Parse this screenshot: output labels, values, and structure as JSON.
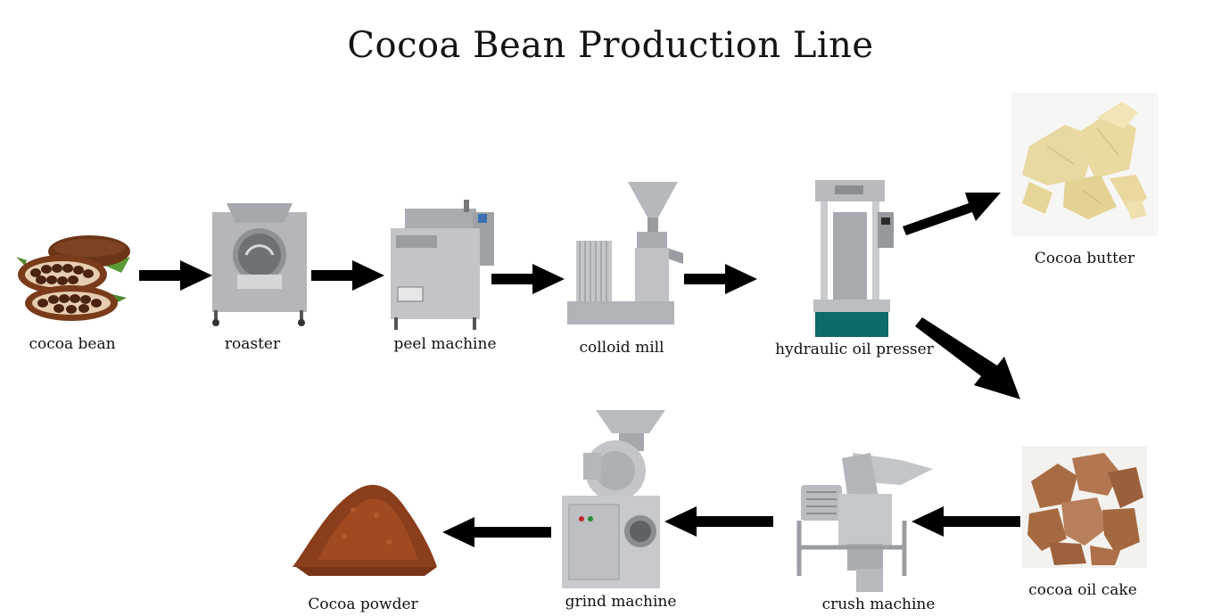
{
  "title": "Cocoa Bean Production Line",
  "steps": [
    {
      "id": "cocoa-bean",
      "label": "cocoa bean"
    },
    {
      "id": "roaster",
      "label": "roaster"
    },
    {
      "id": "peel-machine",
      "label": "peel machine"
    },
    {
      "id": "colloid-mill",
      "label": "colloid mill"
    },
    {
      "id": "hydraulic-oil-presser",
      "label": "hydraulic oil presser"
    },
    {
      "id": "cocoa-butter",
      "label": "Cocoa butter"
    },
    {
      "id": "cocoa-oil-cake",
      "label": "cocoa oil cake"
    },
    {
      "id": "crush-machine",
      "label": "crush machine"
    },
    {
      "id": "grind-machine",
      "label": "grind machine"
    },
    {
      "id": "cocoa-powder",
      "label": "Cocoa powder"
    }
  ],
  "colors": {
    "arrow": "#000000",
    "steel": "#b9bcc0",
    "cocoa": "#8a4a2a",
    "butter": "#e8d9a4"
  }
}
